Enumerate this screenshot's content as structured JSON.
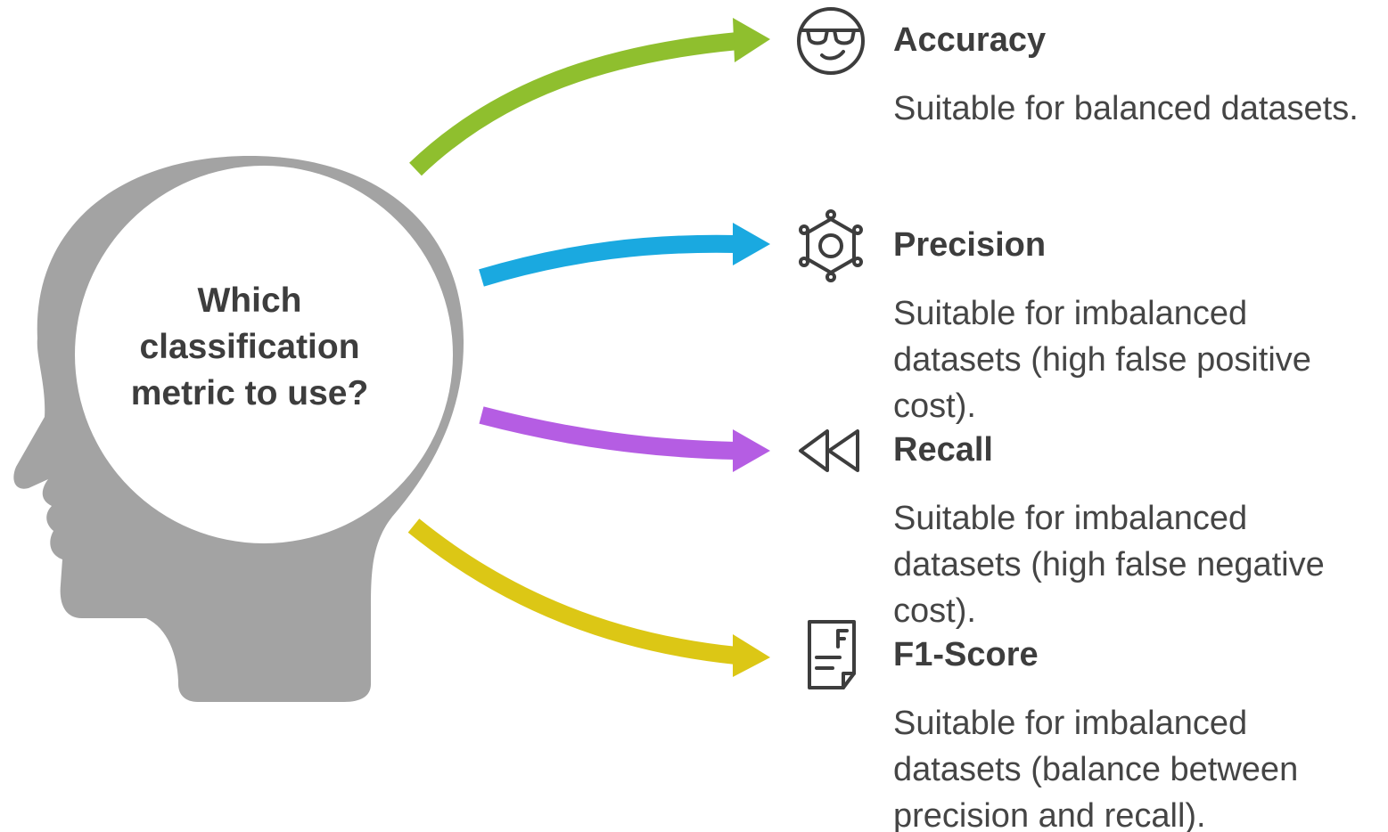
{
  "question": {
    "lines": [
      "Which",
      "classification",
      "metric to use?"
    ]
  },
  "colors": {
    "head": "#a3a3a3",
    "head_inner": "#ffffff",
    "text_dark": "#3d3d3d",
    "icon_stroke": "#3d3d3d"
  },
  "options": [
    {
      "title": "Accuracy",
      "description": "Suitable for balanced datasets.",
      "icon": "sunglasses-face-icon",
      "arrow_color": "#8fbf2e"
    },
    {
      "title": "Precision",
      "description": "Suitable for imbalanced datasets (high false positive cost).",
      "icon": "target-gear-icon",
      "arrow_color": "#1aa9e0"
    },
    {
      "title": "Recall",
      "description": "Suitable for imbalanced datasets (high false negative cost).",
      "icon": "rewind-icon",
      "arrow_color": "#b55de3"
    },
    {
      "title": "F1-Score",
      "description": "Suitable for imbalanced datasets (balance between precision and recall).",
      "icon": "f-document-icon",
      "arrow_color": "#dcc715"
    }
  ]
}
